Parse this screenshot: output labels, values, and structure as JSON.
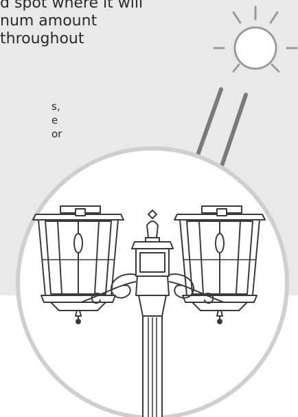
{
  "headline": {
    "lines": [
      "d spot where it will",
      "num amount",
      "throughout"
    ]
  },
  "body": {
    "lines": [
      "s,",
      "e",
      "or"
    ]
  },
  "icons": {
    "sun": "sun-icon",
    "arrows": "sun-ray-arrows",
    "lamp": "twin-lantern-lamp-post"
  },
  "colors": {
    "panel": "#e9e9ea",
    "circle_border": "#cfcfd1",
    "arrow": "#7a7a7a",
    "sun": "#9a9a9a",
    "lamp_line": "#3a3a3a",
    "text": "#2b2b2b"
  }
}
